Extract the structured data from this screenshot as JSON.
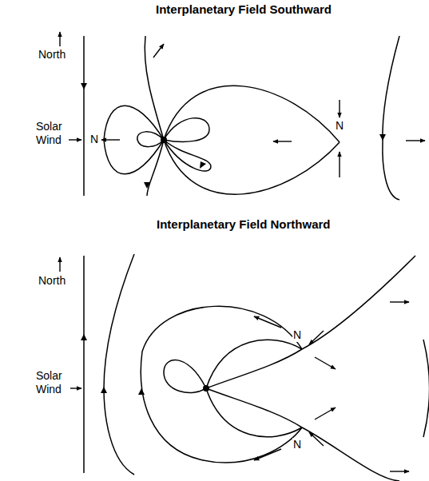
{
  "diagram": {
    "labels": [
      "Interplanetary Field Southward",
      "North",
      "Solar Wind",
      "N",
      "N",
      "Interplanetary Field Northward",
      "North",
      "N",
      "Solar Wind",
      "N"
    ]
  }
}
